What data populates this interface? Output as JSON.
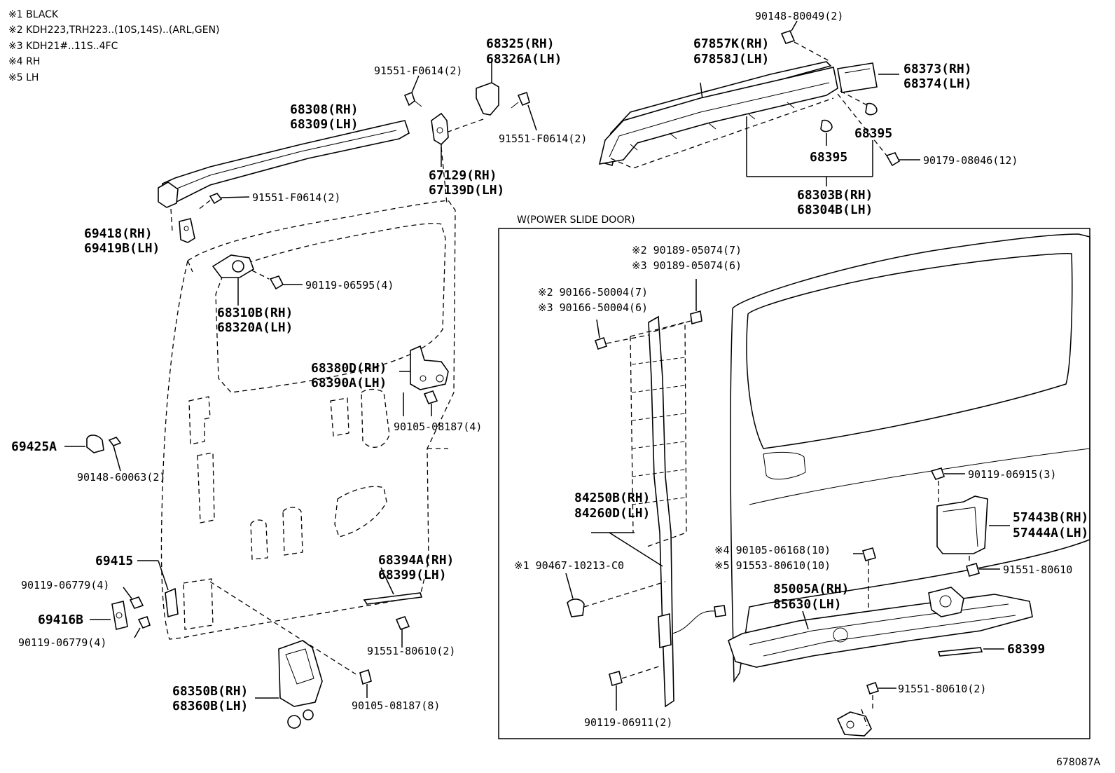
{
  "notes": [
    "※1 BLACK",
    "※2 KDH223,TRH223..(10S,14S)..(ARL,GEN)",
    "※3 KDH21#..11S..4FC",
    "※4 RH",
    "※5 LH"
  ],
  "inset_title": "W(POWER SLIDE DOOR)",
  "figure_code": "678087A",
  "labels": {
    "p68325": "68325(RH)",
    "p68326A": "68326A(LH)",
    "f1": "91551-F0614(2)",
    "f2": "91551-F0614(2)",
    "f3": "91551-F0614(2)",
    "p68308": "68308(RH)",
    "p68309": "68309(LH)",
    "p67129": "67129(RH)",
    "p67139D": "67139D(LH)",
    "p69418": "69418(RH)",
    "p69419B": "69419B(LH)",
    "b90119_06595": "90119-06595(4)",
    "p68310B": "68310B(RH)",
    "p68320A": "68320A(LH)",
    "p68380D": "68380D(RH)",
    "p68390A": "68390A(LH)",
    "b90105_08187_4": "90105-08187(4)",
    "p69425A": "69425A",
    "b90148_60063": "90148-60063(2)",
    "p69415": "69415",
    "b90119_06779_a": "90119-06779(4)",
    "p69416B": "69416B",
    "b90119_06779_b": "90119-06779(4)",
    "p68394A": "68394A(RH)",
    "p68399_lh": "68399(LH)",
    "b91551_80610_2a": "91551-80610(2)",
    "p68350B": "68350B(RH)",
    "p68360B": "68360B(LH)",
    "b90105_08187_8": "90105-08187(8)",
    "b90148_80049": "90148-80049(2)",
    "p67857K": "67857K(RH)",
    "p67858J": "67858J(LH)",
    "p68373": "68373(RH)",
    "p68374": "68374(LH)",
    "p68395_a": "68395",
    "p68395_b": "68395",
    "b90179_08046": "90179-08046(12)",
    "p68303B": "68303B(RH)",
    "p68304B": "68304B(LH)",
    "n2_90189": "※2 90189-05074(7)",
    "n3_90189": "※3 90189-05074(6)",
    "n2_90166": "※2 90166-50004(7)",
    "n3_90166": "※3 90166-50004(6)",
    "p84250B": "84250B(RH)",
    "p84260D": "84260D(LH)",
    "n1_90467": "※1 90467-10213-C0",
    "b90119_06911": "90119-06911(2)",
    "b90119_06915": "90119-06915(3)",
    "p57443B": "57443B(RH)",
    "p57444A": "57444A(LH)",
    "n4_90105": "※4 90105-06168(10)",
    "n5_91553": "※5 91553-80610(10)",
    "b91551_80610": "91551-80610",
    "p85005A": "85005A(RH)",
    "p85630": "85630(LH)",
    "p68399": "68399",
    "b91551_80610_2b": "91551-80610(2)"
  }
}
